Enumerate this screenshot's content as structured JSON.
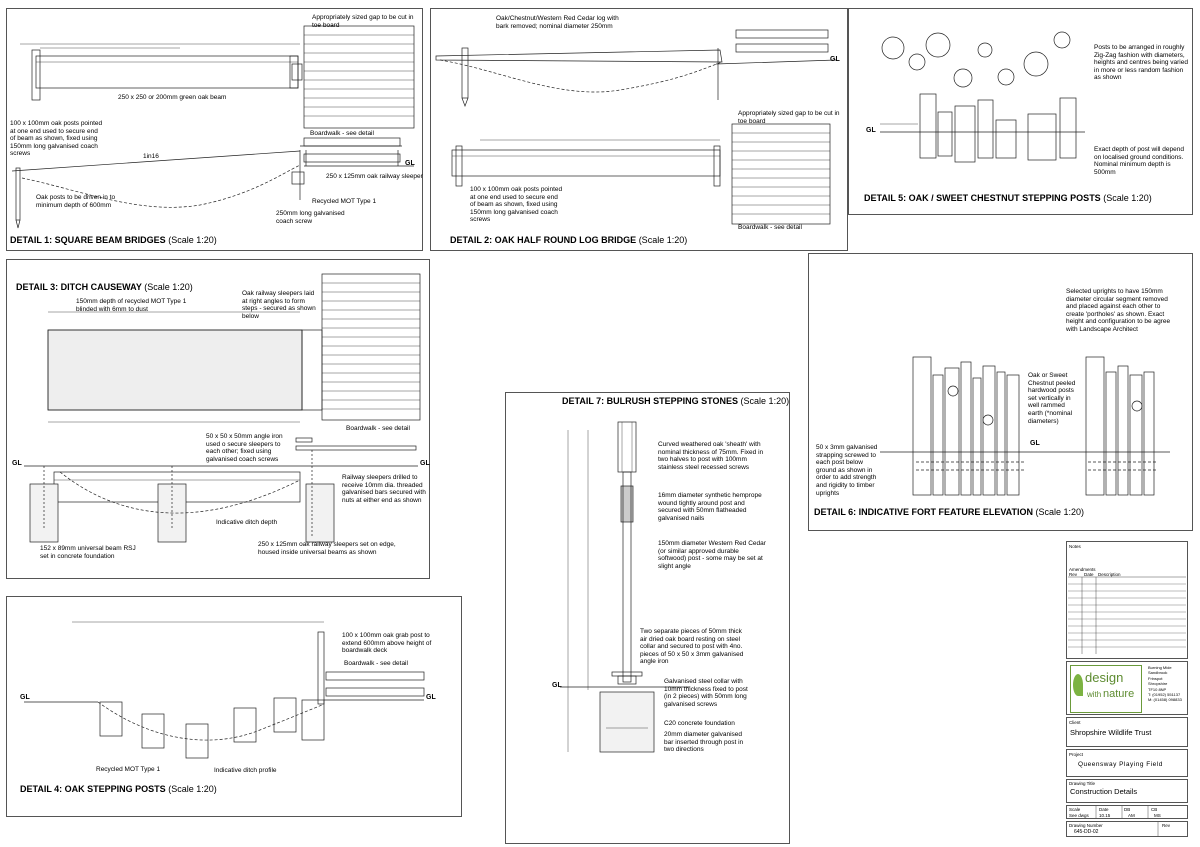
{
  "detail1": {
    "title": "DETAIL 1: SQUARE BEAM BRIDGES",
    "scale": "(Scale 1:20)",
    "note_gap": "Appropriately sized gap to be cut in\ntoe board",
    "note_beam": "250 x 250 or 200mm green oak beam",
    "note_posts": "100 x 100mm oak posts pointed\nat one end used to secure end\nof beam as shown, fixed using\n150mm long galvanised coach\nscrews",
    "note_boardwalk": "Boardwalk - see detail",
    "note_sleeper": "250 x 125mm oak railway sleeper",
    "note_mot": "Recycled MOT Type 1",
    "note_coach": "250mm long galvanised\ncoach screw",
    "note_depth": "Oak posts to be driven in to\nminimum depth of 600mm",
    "slope": "1in16",
    "gl": "GL"
  },
  "detail2": {
    "title": "DETAIL 2: OAK HALF ROUND LOG BRIDGE",
    "scale": "(Scale 1:20)",
    "note_log": "Oak/Chestnut/Western Red Cedar log with\nbark removed; nominal diameter 250mm",
    "note_gap": "Appropriately sized gap to be cut in\ntoe board",
    "note_posts": "100 x 100mm oak posts pointed\nat one end used to secure end\nof beam as shown, fixed using\n150mm long galvanised coach\nscrews",
    "note_boardwalk": "Boardwalk - see detail",
    "gl": "GL"
  },
  "detail5": {
    "title": "DETAIL 5:  OAK / SWEET CHESTNUT STEPPING POSTS",
    "scale": "(Scale 1:20)",
    "note_arrange": "Posts to be arranged in roughly\nZig-Zag fashion with diameters,\nheights and centres being varied\nin more or less random fashion\nas shown",
    "note_depth": "Exact depth of post will depend\non localised ground conditions.\nNominal minimum depth is\n500mm",
    "gl": "GL"
  },
  "detail3": {
    "title": "DETAIL 3: DITCH CAUSEWAY",
    "scale": "(Scale 1:20)",
    "note_mot": "150mm depth of recycled MOT Type 1\nblinded with 6mm to dust",
    "note_sleepers": "Oak railway sleepers laid\nat right angles to form\nsteps - secured as shown\nbelow",
    "note_boardwalk": "Boardwalk - see detail",
    "note_angle": "50 x 50 x 50mm angle iron\nused o secure sleepers to\neach other; fixed using\ngalvanised coach screws",
    "note_drilled": "Railway sleepers drilled to\nreceive 10mm dia. threaded\ngalvanised bars secured with\nnuts at either end as shown",
    "note_ditch": "Indicative ditch depth",
    "note_rsj": "152 x 89mm universal beam RSJ\nset in concrete foundation",
    "note_edge": "250 x 125mm oak railway sleepers set on edge,\nhoused inside universal beams as shown",
    "gl": "GL"
  },
  "detail7": {
    "title": "DETAIL 7: BULRUSH STEPPING STONES",
    "scale": "(Scale 1:20)",
    "note_sheath": "Curved weathered oak 'sheath' with\nnominal thickness of 75mm. Fixed in\ntwo halves to post with 100mm\nstainless steel recessed screws",
    "note_rope": "16mm diameter synthetic hemprope\nwound tightly around post and\nsecured with 50mm flatheaded\ngalvanised nails",
    "note_post": "150mm diameter Western Red Cedar\n(or similar approved durable\nsoftwood) post - some may be set at\nslight angle",
    "note_board": "Two separate pieces of 50mm thick\nair dried oak board resting on steel\ncollar and secured to post with 4no.\npieces of 50 x 50 x 3mm galvanised\nangle iron",
    "note_collar": "Galvanised steel collar with\n10mm thickness fixed to post\n(in 2 pieces) with 50mm long\ngalvanised screws",
    "note_concrete": "C20 concrete foundation",
    "note_bar": "20mm diameter galvanised\nbar inserted through post in\ntwo directions",
    "gl": "GL"
  },
  "detail6": {
    "title": "DETAIL 6: INDICATIVE FORT FEATURE ELEVATION",
    "scale": "(Scale 1:20)",
    "note_uprights": "Selected uprights to have 150mm\ndiameter circular segment removed\nand placed against each other to\ncreate 'portholes' as shown. Exact\nheight and configuration to be agree\nwith Landscape Architect",
    "note_posts": "Oak or Sweet\nChestnut peeled\nhardwood posts\nset vertically in\nwell rammed\nearth (*nominal\ndiameters)",
    "note_strap": "50 x 3mm galvanised\nstrapping screwed to\neach post below\nground as shown in\norder to add strength\nand rigidity to timber\nuprights",
    "gl": "GL"
  },
  "detail4": {
    "title": "DETAIL 4: OAK STEPPING POSTS",
    "scale": "(Scale 1:20)",
    "note_grab": "100 x 100mm oak grab post to\nextend 600mm above height of\nboardwalk deck",
    "note_boardwalk": "Boardwalk - see detail",
    "note_mot": "Recycled MOT Type 1",
    "note_ditch": "Indicative ditch profile",
    "gl": "GL"
  },
  "titleblock": {
    "notes_label": "Notes",
    "amendments_label": "Amendments",
    "rev_label": "Rev",
    "date_label": "Date",
    "description_label": "Description",
    "logo_design": "design",
    "logo_with": "with",
    "logo_nature": "nature",
    "address": "Burning Mide\nSandbrook\nFrinspot\nShropshire\nTF10 8NP\nT: (01952) 551137\nM: (01458) 098833",
    "client_label": "Client",
    "client": "Shropshire Wildlife Trust",
    "project_label": "Project",
    "project": "Queensway Playing Field",
    "drawing_title_label": "Drawing Title",
    "drawing_title": "Construction Details",
    "scale_label": "Scale",
    "scale_value": "See dwgs",
    "date_value": "10.15",
    "db_label": "DB",
    "db_value": "AM",
    "cb_label": "CB",
    "cb_value": "MS",
    "drawing_number_label": "Drawing Number",
    "drawing_number": "645-DD-02",
    "rev_box_label": "Rev"
  }
}
